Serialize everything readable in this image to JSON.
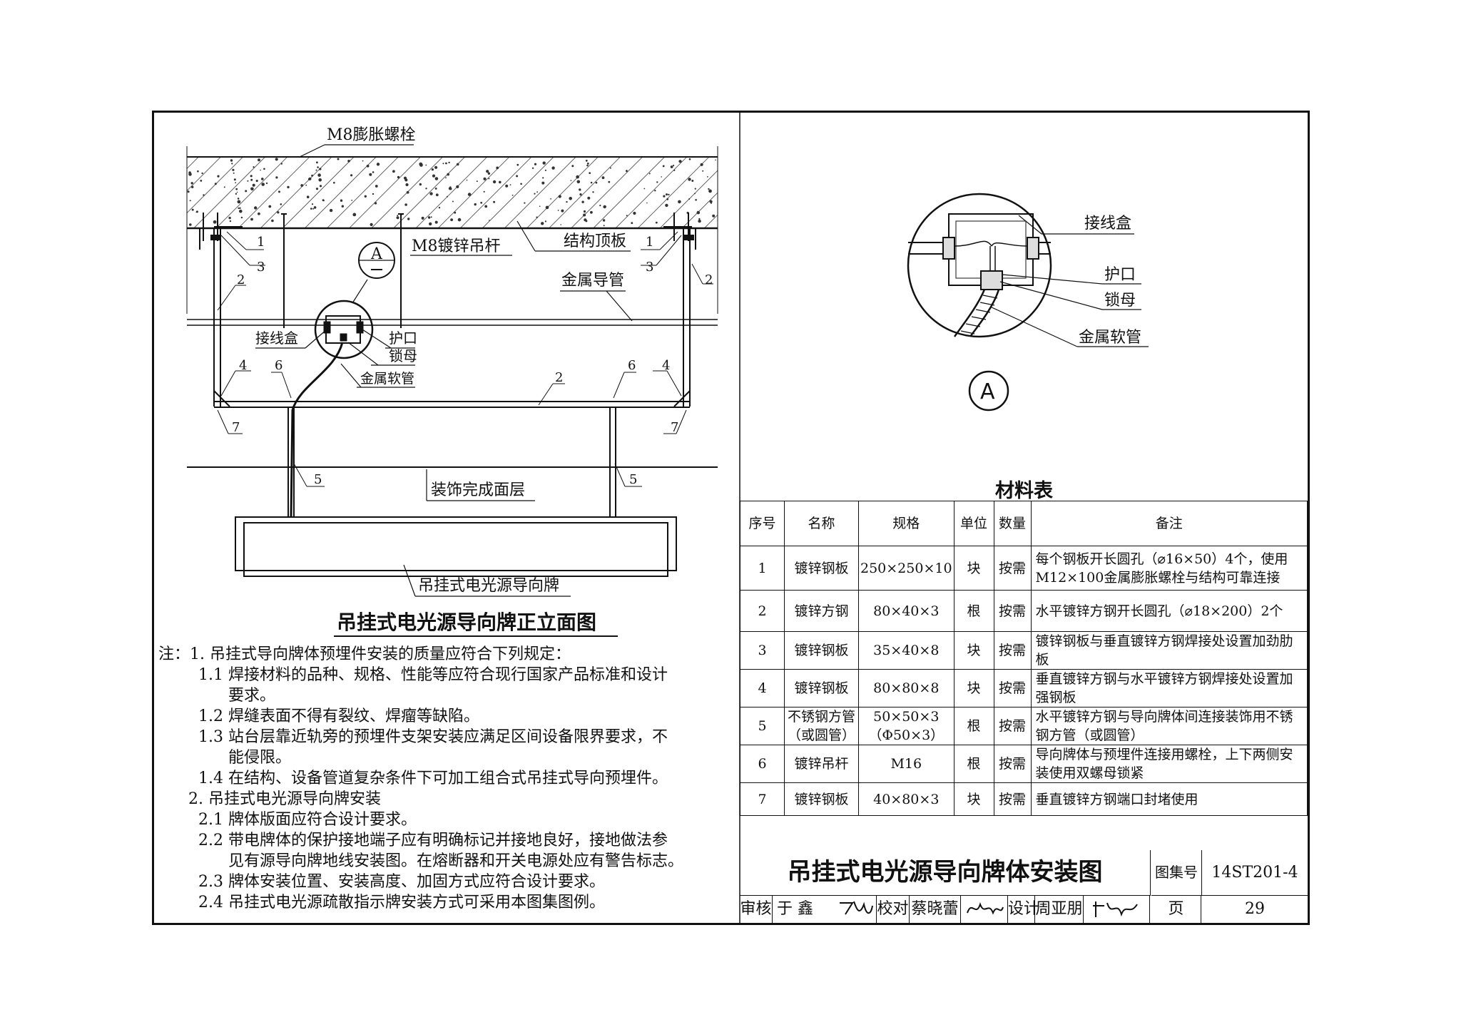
{
  "drawing": {
    "front_view": {
      "title": "吊挂式电光源导向牌正立面图",
      "labels": {
        "expansion_bolt": "M8膨胀螺栓",
        "hanger_rod": "M8镀锌吊杆",
        "slab": "结构顶板",
        "conduit": "金属导管",
        "junction_box": "接线盒",
        "grommet": "护口",
        "locknut": "锁母",
        "flex_conduit": "金属软管",
        "finish_layer": "装饰完成面层",
        "sign": "吊挂式电光源导向牌",
        "detail_ref": "A"
      },
      "callouts": [
        "1",
        "2",
        "3",
        "4",
        "5",
        "6",
        "7"
      ]
    },
    "detail_a": {
      "label": "A",
      "junction_box": "接线盒",
      "grommet": "护口",
      "locknut": "锁母",
      "flex_conduit": "金属软管"
    }
  },
  "notes": [
    "注：1. 吊挂式导向牌体预埋件安装的质量应符合下列规定：",
    "1.1 焊接材料的品种、规格、性能等应符合现行国家产品标准和设计",
    "要求。",
    "1.2 焊缝表面不得有裂纹、焊瘤等缺陷。",
    "1.3 站台层靠近轨旁的预埋件支架安装应满足区间设备限界要求，不",
    "能侵限。",
    "1.4 在结构、设备管道复杂条件下可加工组合式吊挂式导向预埋件。",
    "2. 吊挂式电光源导向牌安装",
    "2.1 牌体版面应符合设计要求。",
    "2.2 带电牌体的保护接地端子应有明确标记并接地良好，接地做法参",
    "见有源导向牌地线安装图。在熔断器和开关电源处应有警告标志。",
    "2.3 牌体安装位置、安装高度、加固方式应符合设计要求。",
    "2.4 吊挂式电光源疏散指示牌安装方式可采用本图集图例。"
  ],
  "materials": {
    "title": "材料表",
    "headers": [
      "序号",
      "名称",
      "规格",
      "单位",
      "数量",
      "备注"
    ],
    "rows": [
      {
        "no": "1",
        "name": "镀锌钢板",
        "spec": "250×250×10",
        "unit": "块",
        "qty": "按需",
        "note": "每个钢板开长圆孔（⌀16×50）4个，使用M12×100金属膨胀螺栓与结构可靠连接"
      },
      {
        "no": "2",
        "name": "镀锌方钢",
        "spec": "80×40×3",
        "unit": "根",
        "qty": "按需",
        "note": "水平镀锌方钢开长圆孔（⌀18×200）2个"
      },
      {
        "no": "3",
        "name": "镀锌钢板",
        "spec": "35×40×8",
        "unit": "块",
        "qty": "按需",
        "note": "镀锌钢板与垂直镀锌方钢焊接处设置加劲肋板"
      },
      {
        "no": "4",
        "name": "镀锌钢板",
        "spec": "80×80×8",
        "unit": "块",
        "qty": "按需",
        "note": "垂直镀锌方钢与水平镀锌方钢焊接处设置加强钢板"
      },
      {
        "no": "5",
        "name": "不锈钢方管（或圆管）",
        "spec": "50×50×3（Φ50×3）",
        "unit": "根",
        "qty": "按需",
        "note": "水平镀锌方钢与导向牌体间连接装饰用不锈钢方管（或圆管）"
      },
      {
        "no": "6",
        "name": "镀锌吊杆",
        "spec": "M16",
        "unit": "根",
        "qty": "按需",
        "note": "导向牌体与预埋件连接用螺栓，上下两侧安装使用双螺母锁紧"
      },
      {
        "no": "7",
        "name": "镀锌钢板",
        "spec": "40×80×3",
        "unit": "块",
        "qty": "按需",
        "note": "垂直镀锌方钢端口封堵使用"
      }
    ]
  },
  "title_block": {
    "title": "吊挂式电光源导向牌体安装图",
    "atlas_label": "图集号",
    "atlas_no": "14ST201-4",
    "review_label": "审核",
    "review_name": "于 鑫",
    "check_label": "校对",
    "check_name": "蔡晓蕾",
    "design_label": "设计",
    "design_name": "周亚朋",
    "page_label": "页",
    "page_no": "29"
  }
}
